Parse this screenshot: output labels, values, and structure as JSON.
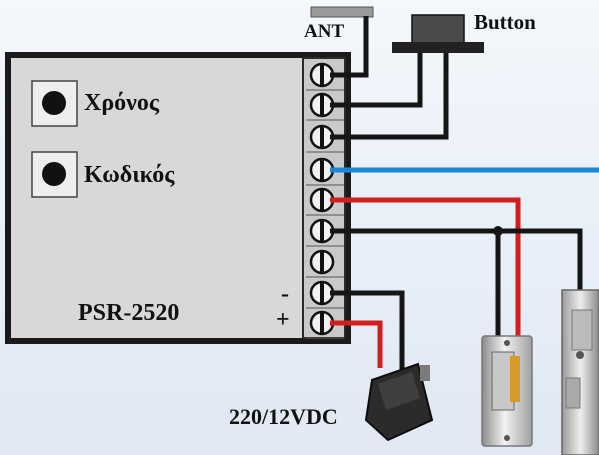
{
  "antenna_label": "ANT",
  "button_label": "Button",
  "controls": [
    {
      "label": "Χρόνος"
    },
    {
      "label": "Κωδικός"
    }
  ],
  "model_label": "PSR-2520",
  "polarity": {
    "minus": "-",
    "plus": "+"
  },
  "power_label": "220/12VDC",
  "colors": {
    "wire_black": "#151515",
    "wire_red": "#d21e1e",
    "wire_blue": "#1a86d8",
    "board": "#d8d8d8"
  }
}
